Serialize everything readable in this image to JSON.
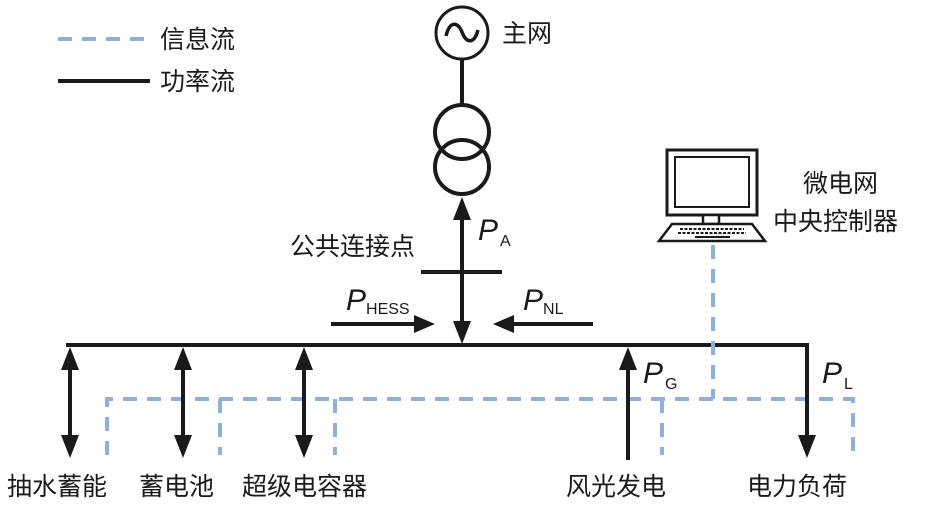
{
  "legend": {
    "info_flow": "信息流",
    "power_flow": "功率流"
  },
  "colors": {
    "info_flow": "#8fb0d8",
    "power_flow": "#1a1a1a"
  },
  "nodes": {
    "main_grid": "主网",
    "pcc": "公共连接点",
    "controller_line1": "微电网",
    "controller_line2": "中央控制器",
    "pumped_storage": "抽水蓄能",
    "battery": "蓄电池",
    "supercapacitor": "超级电容器",
    "wind_solar": "风光发电",
    "load": "电力负荷"
  },
  "symbols": {
    "pa": {
      "main": "P",
      "sub": "A"
    },
    "phess": {
      "main": "P",
      "sub": "HESS"
    },
    "pnl": {
      "main": "P",
      "sub": "NL"
    },
    "pg": {
      "main": "P",
      "sub": "G"
    },
    "pl": {
      "main": "P",
      "sub": "L"
    }
  },
  "icons": {
    "ac_source": "ac-source-icon",
    "transformer": "transformer-icon",
    "computer": "computer-icon"
  }
}
